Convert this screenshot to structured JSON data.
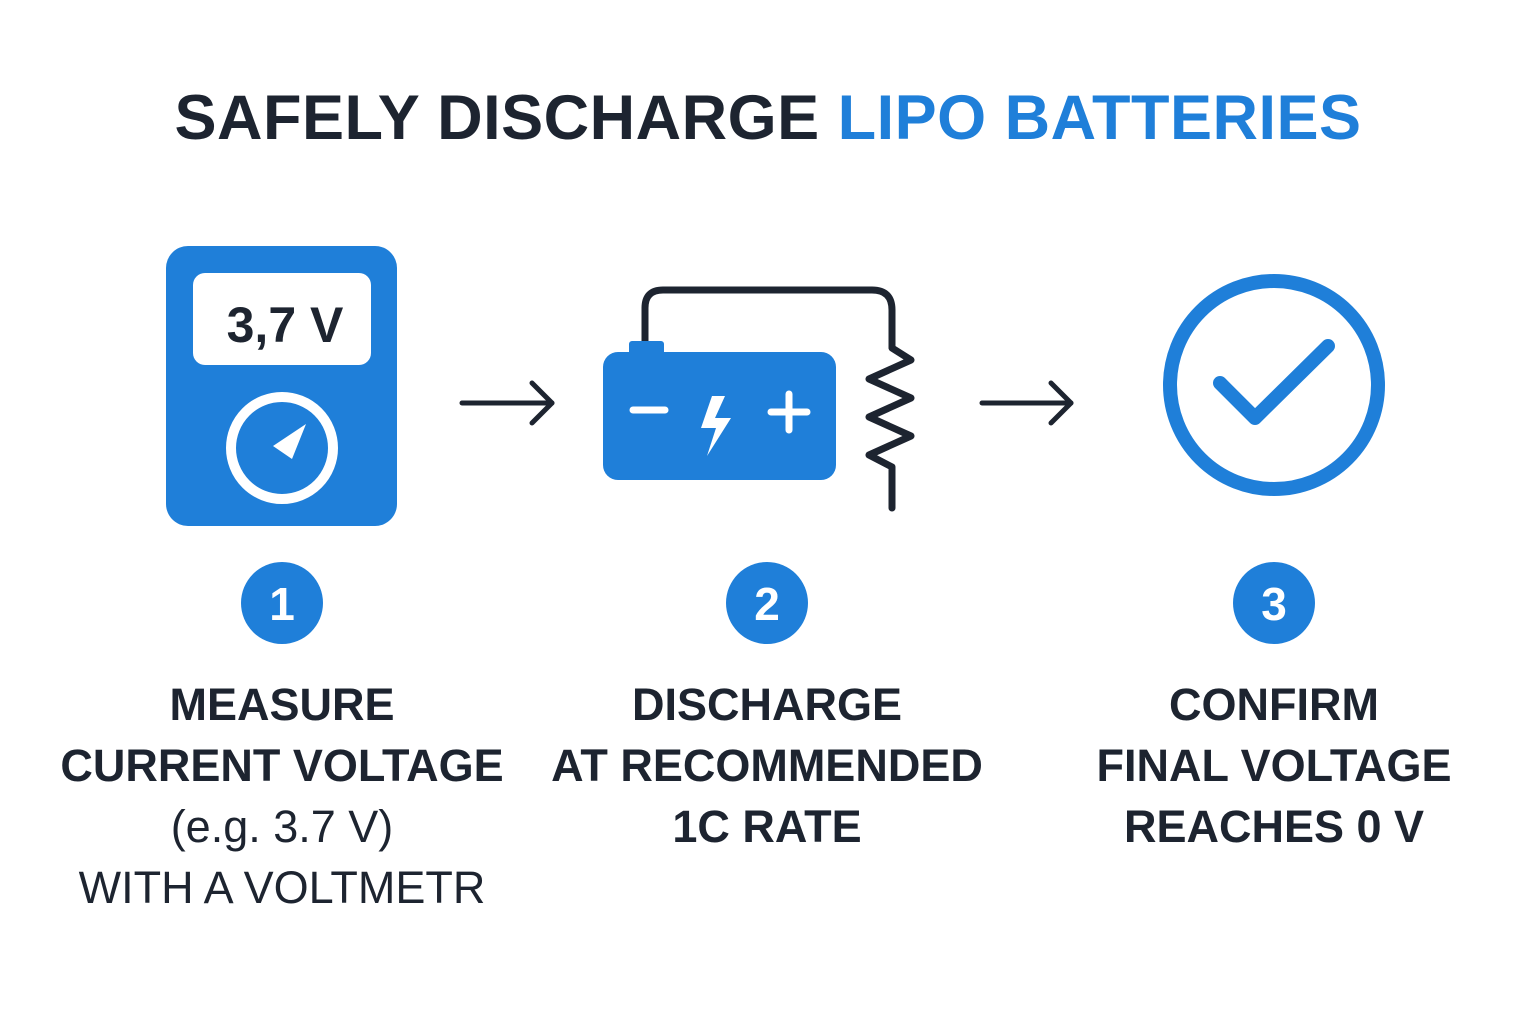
{
  "title": {
    "part1": "SAFELY DISCHARGE ",
    "part2": "LIPO BATTERIES"
  },
  "colors": {
    "accent": "#1f7fd9",
    "ink": "#1d2430",
    "background": "#ffffff"
  },
  "steps": [
    {
      "number": "1",
      "icon": "voltmeter-icon",
      "display": "3,7 V",
      "lines": [
        "MEASURE",
        "CURRENT VOLTAGE",
        "(e.g. 3.7 V)",
        "WITH A VOLTMETR"
      ]
    },
    {
      "number": "2",
      "icon": "battery-resistor-icon",
      "minus": "−",
      "plus": "+",
      "lines": [
        "DISCHARGE",
        "AT RECOMMENDED",
        "1C RATE"
      ]
    },
    {
      "number": "3",
      "icon": "check-circle-icon",
      "lines": [
        "CONFIRM",
        "FINAL VOLTAGE",
        "REACHES 0 V"
      ]
    }
  ]
}
